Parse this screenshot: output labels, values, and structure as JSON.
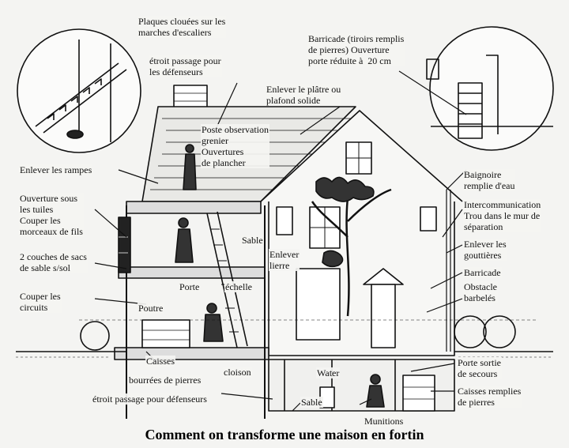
{
  "caption": "Comment on transforme une maison en fortin",
  "labels": {
    "plaques": "Plaques clouées sur les\nmarches d'escaliers",
    "etroit_top": "étroit passage pour\nles défenseurs",
    "barricade_top": "Barricade (tiroirs remplis\nde pierres) Ouverture\nporte réduite à  20 cm",
    "platre": "Enlever le plâtre ou\nplafond solide",
    "poste": "Poste observation\ngrenier\nOuvertures\nde plancher",
    "rampes": "Enlever les rampes",
    "ouverture_tuiles": "Ouverture sous\nles tuiles\nCouper les\nmorceaux de fils",
    "sacs": "2 couches de sacs\nde sable s/sol",
    "circuits": "Couper les\ncircuits",
    "sable_mid": "Sable",
    "lierre": "Enlever\nlierre",
    "porte_mid": "Porte",
    "echelle": "échelle",
    "poutre": "Poutre",
    "caisses": "Caisses",
    "bourrees": "bourrées de pierres",
    "cloison": "cloison",
    "etroit_bottom": "étroit passage pour défenseurs",
    "water": "Water",
    "sable_bottom": "Sable",
    "munitions": "Munitions",
    "baignoire": "Baignoire\nremplie d'eau",
    "intercom": "Intercommunication\nTrou dans le mur de\nséparation",
    "gouttieres": "Enlever les\ngouttières",
    "barricade_right": "Barricade",
    "obstacle": "Obstacle\nbarbelés",
    "porte_sortie": "Porte sortie\nde secours",
    "caisses_remplies": "Caisses remplies\nde pierres"
  }
}
